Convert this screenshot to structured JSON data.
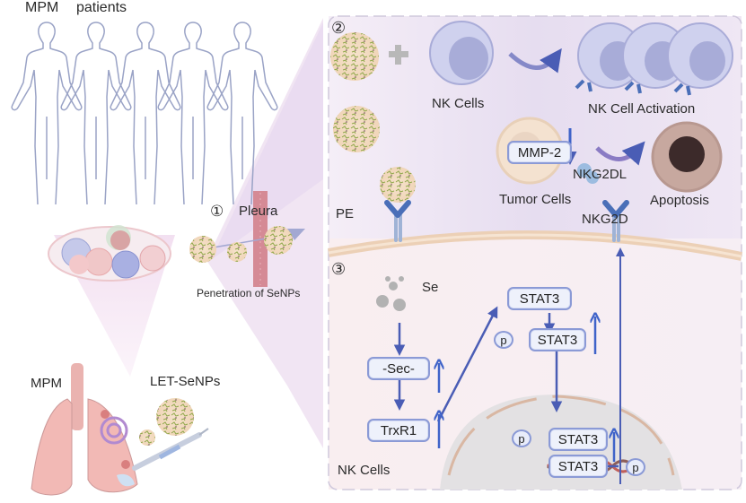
{
  "left_panel": {
    "title_mpm": "MPM",
    "title_patients": "patients",
    "step1_number": "①",
    "step1_label": "Pleura",
    "penetration_label": "Penetration of SeNPs",
    "lung_label": "MPM",
    "nanoparticle_label": "LET-SeNPs"
  },
  "right_panel": {
    "step2_number": "②",
    "step3_number": "③",
    "nk_cells_top": "NK Cells",
    "nk_activation": "NK Cell Activation",
    "mmp2": "MMP-2",
    "nkg2dl": "NKG2DL",
    "tumor_cells": "Tumor Cells",
    "apoptosis": "Apoptosis",
    "pe": "PE",
    "nkg2d": "NKG2D",
    "se": "Se",
    "sec": "-Sec-",
    "trxr1": "TrxR1",
    "stat3_a": "STAT3",
    "stat3_b": "STAT3",
    "stat3_c": "STAT3",
    "stat3_d": "STAT3",
    "p_b": "p",
    "p_c": "p",
    "p_d": "p",
    "nk_cells_bottom": "NK Cells"
  },
  "colors": {
    "arrow": "#4a5db5",
    "up_arrow": "#3f63c9",
    "box_border": "#8b9ad6",
    "panel_bg": "#ece4f2",
    "cell_fill": "#c9cbeb",
    "membrane": "#e8c9a8",
    "nucleus": "#e3e1e3",
    "dna_red": "#c0605b"
  }
}
